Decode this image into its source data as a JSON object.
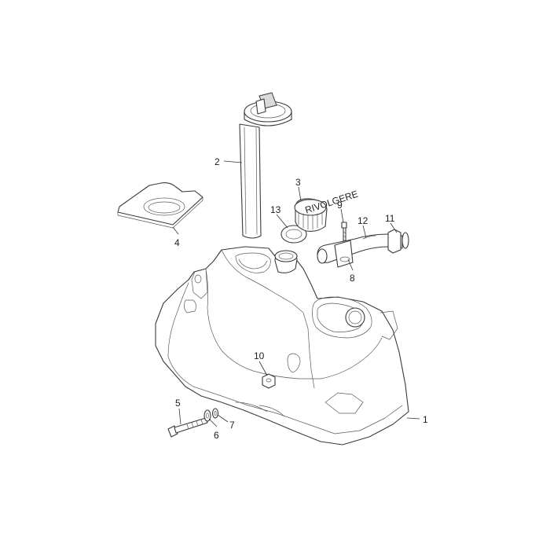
{
  "diagram": {
    "callouts": [
      {
        "id": "1",
        "text": "1"
      },
      {
        "id": "2",
        "text": "2"
      },
      {
        "id": "3",
        "text": "3"
      },
      {
        "id": "4",
        "text": "4"
      },
      {
        "id": "5",
        "text": "5"
      },
      {
        "id": "6",
        "text": "6"
      },
      {
        "id": "7",
        "text": "7"
      },
      {
        "id": "8",
        "text": "8"
      },
      {
        "id": "9",
        "text": "9"
      },
      {
        "id": "10",
        "text": "10"
      },
      {
        "id": "11",
        "text": "11"
      },
      {
        "id": "12",
        "text": "12"
      },
      {
        "id": "13",
        "text": "13"
      }
    ],
    "cap_marking": "RIVOLGERE"
  }
}
